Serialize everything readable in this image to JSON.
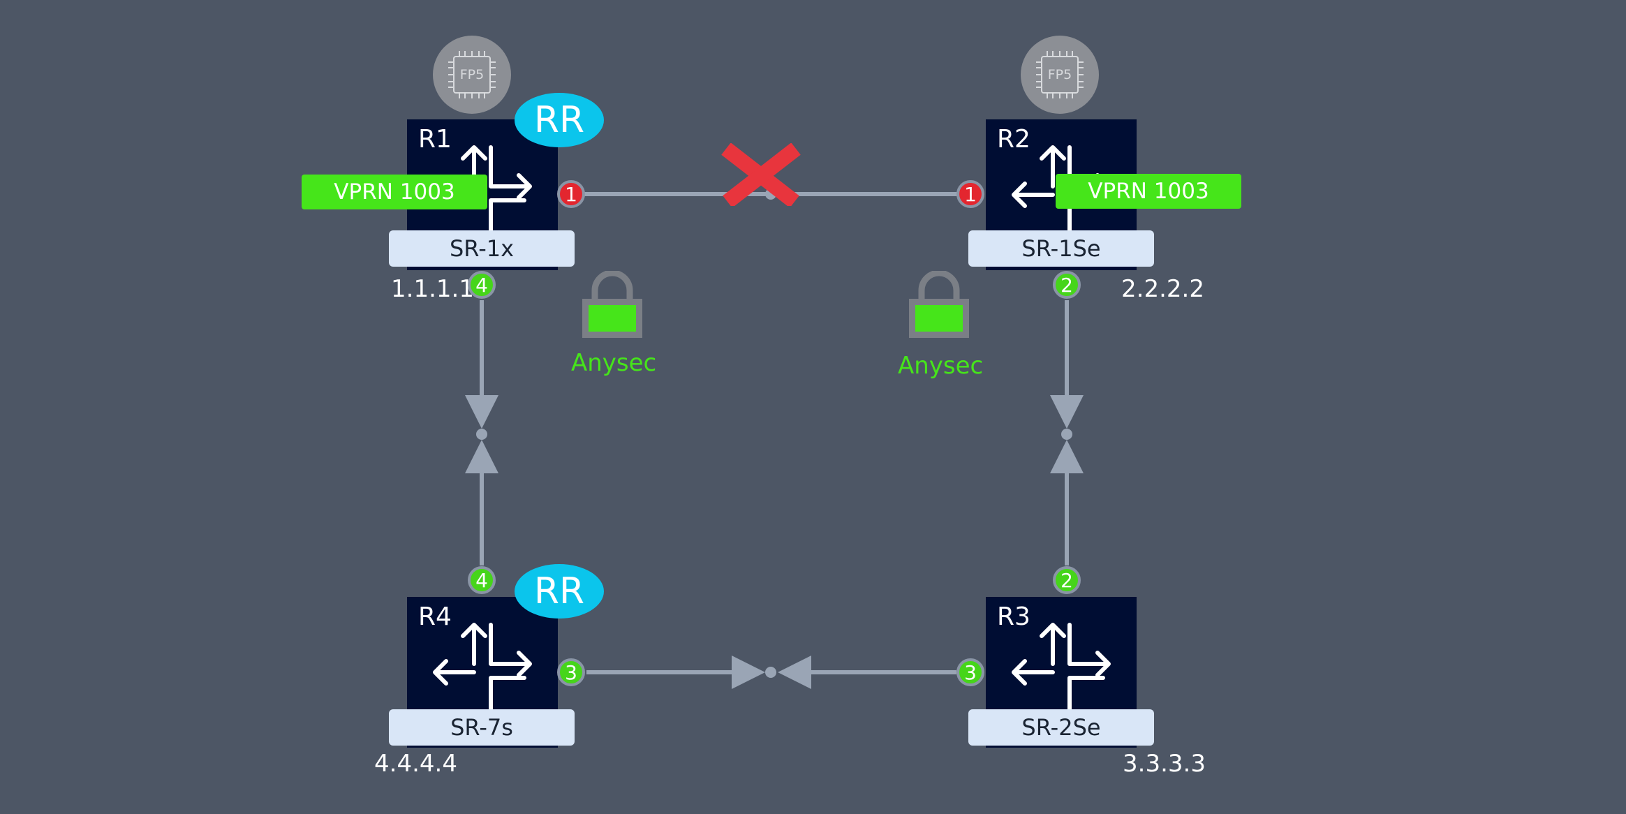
{
  "routers": [
    {
      "id": "r1",
      "name": "R1",
      "model": "SR-1x",
      "ip": "1.1.1.1"
    },
    {
      "id": "r2",
      "name": "R2",
      "model": "SR-1Se",
      "ip": "2.2.2.2"
    },
    {
      "id": "r3",
      "name": "R3",
      "model": "SR-2Se",
      "ip": "3.3.3.3"
    },
    {
      "id": "r4",
      "name": "R4",
      "model": "SR-7s",
      "ip": "4.4.4.4"
    }
  ],
  "ports": {
    "r1_east": {
      "label": "1",
      "status": "down"
    },
    "r2_west": {
      "label": "1",
      "status": "down"
    },
    "r1_south": {
      "label": "4",
      "status": "up"
    },
    "r4_north": {
      "label": "4",
      "status": "up"
    },
    "r2_south": {
      "label": "2",
      "status": "up"
    },
    "r3_north": {
      "label": "2",
      "status": "up"
    },
    "r4_east": {
      "label": "3",
      "status": "up"
    },
    "r3_west": {
      "label": "3",
      "status": "up"
    }
  },
  "badges": {
    "rr_label": "RR",
    "vprn_label": "VPRN 1003",
    "chip_label": "FP5",
    "anysec_label": "Anysec"
  },
  "colors": {
    "background": "#4d5665",
    "router": "#000d33",
    "port_up": "#46d51a",
    "port_down": "#e3262f",
    "vprn": "#46e51a",
    "rr": "#0bc5ec",
    "link": "#9aa5b5",
    "link_failure": "#e8353d"
  },
  "icons": {
    "router": "router-arrows-icon",
    "chip": "cpu-chip-icon",
    "lock": "padlock-icon",
    "failure": "red-x-icon"
  }
}
